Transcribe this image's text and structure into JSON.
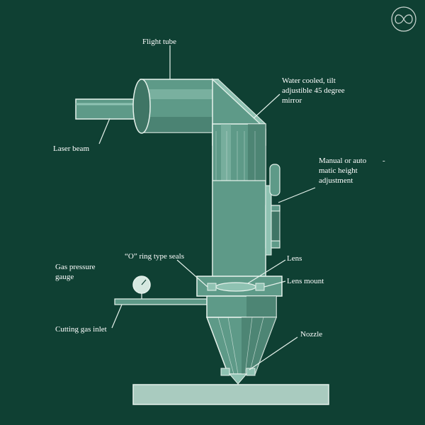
{
  "diagram": {
    "colors": {
      "background": "#0f4033",
      "part_fill": "#5e9a88",
      "part_light": "#8fc2b2",
      "part_dark": "#3f7565",
      "outline": "#e6f2ec",
      "label_text": "#ffffff"
    },
    "logo_icon": "circle-infinity-icon",
    "labels": {
      "flight_tube": "Flight tube",
      "mirror": "Water cooled, tilt\nadjustible 45 degree\nmirror",
      "laser_beam": "Laser beam",
      "height_adjustment": "Manual or auto\nmatic height\nadjustment",
      "hyphen": "-",
      "gas_pressure_gauge": "Gas pressure\ngauge",
      "o_ring": "“O” ring type seals",
      "lens": "Lens",
      "lens_mount": "Lens mount",
      "cutting_gas_inlet": "Cutting gas inlet",
      "nozzle": "Nozzle"
    }
  }
}
